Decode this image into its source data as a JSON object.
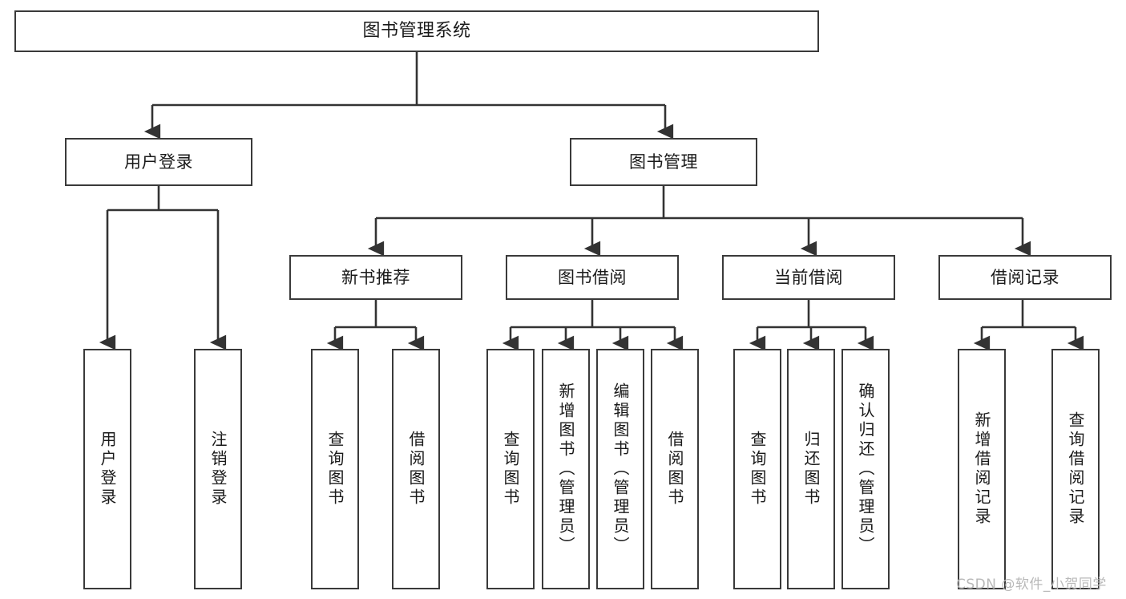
{
  "diagram": {
    "type": "tree",
    "title": "图书管理系统",
    "root": {
      "label": "图书管理系统"
    },
    "level2": [
      {
        "label": "用户登录"
      },
      {
        "label": "图书管理"
      }
    ],
    "level3": [
      {
        "label": "新书推荐"
      },
      {
        "label": "图书借阅"
      },
      {
        "label": "当前借阅"
      },
      {
        "label": "借阅记录"
      }
    ],
    "leaves": {
      "user_login": [
        {
          "label": "用户登录"
        },
        {
          "label": "注销登录"
        }
      ],
      "new_book_recommend": [
        {
          "label": "查询图书"
        },
        {
          "label": "借阅图书"
        }
      ],
      "book_borrow": [
        {
          "label": "查询图书"
        },
        {
          "label": "新增图书（管理员）"
        },
        {
          "label": "编辑图书（管理员）"
        },
        {
          "label": "借阅图书"
        }
      ],
      "current_borrow": [
        {
          "label": "查询图书"
        },
        {
          "label": "归还图书"
        },
        {
          "label": "确认归还（管理员）"
        }
      ],
      "borrow_record": [
        {
          "label": "新增借阅记录"
        },
        {
          "label": "查询借阅记录"
        }
      ]
    }
  },
  "colors": {
    "box_border": "#3a3a3a",
    "box_fill": "#ffffff",
    "edge": "#333333",
    "text": "#1a1a1a",
    "watermark": "#b9b9b9"
  },
  "watermark": {
    "text": "CSDN @软件_小贺同学"
  }
}
